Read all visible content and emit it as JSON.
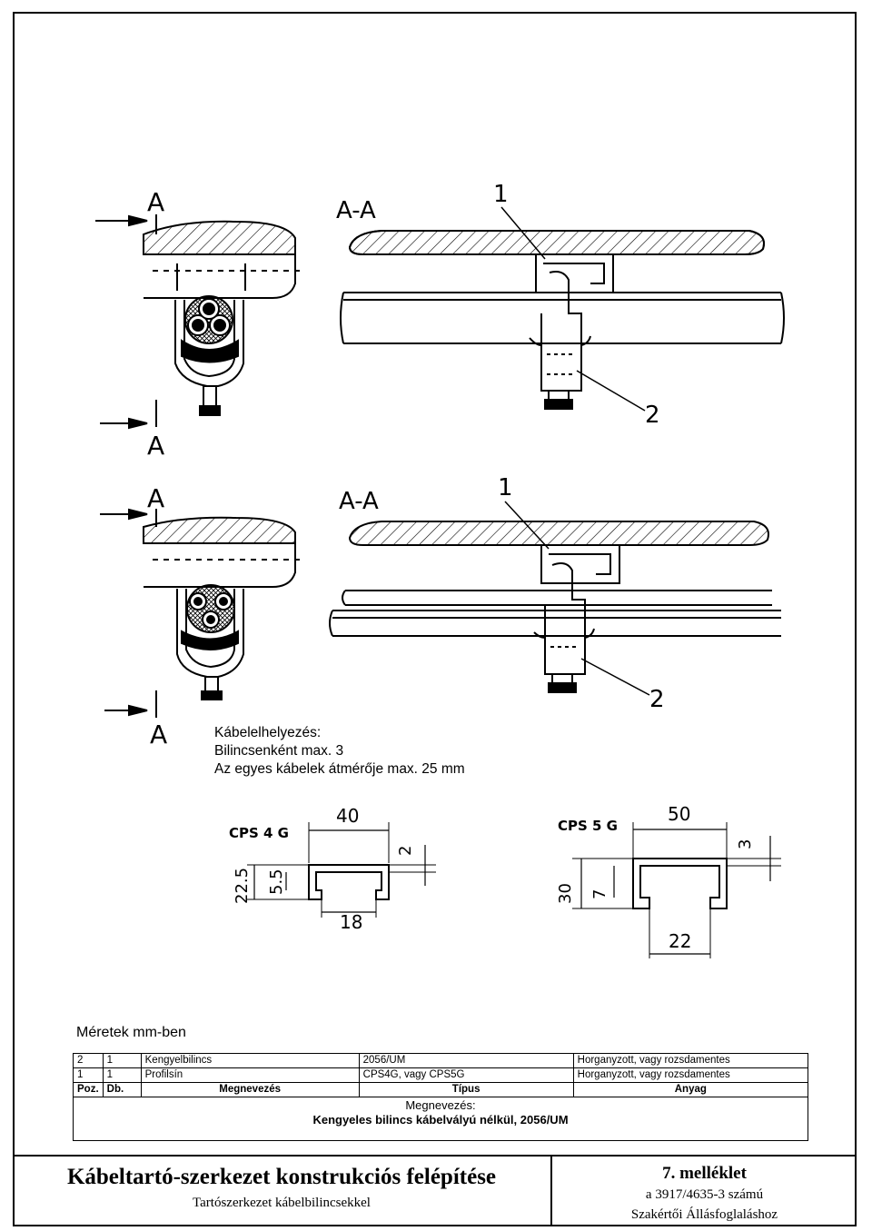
{
  "drawing": {
    "section_marker": "A",
    "section_title": "A-A",
    "callout_1": "1",
    "callout_2": "2",
    "profile_cps4g": {
      "name": "CPS 4 G",
      "width": "40",
      "lip": "2",
      "height": "22.5",
      "inner": "5.5",
      "opening": "18"
    },
    "profile_cps5g": {
      "name": "CPS 5 G",
      "width": "50",
      "lip": "3",
      "height": "30",
      "inner": "7",
      "opening": "22"
    }
  },
  "notes": {
    "line1": "Kábelelhelyezés:",
    "line2": "Bilincsenként max. 3",
    "line3": "Az egyes kábelek átmérője max. 25 mm"
  },
  "dimensions_note": "Méretek mm-ben",
  "parts_table": {
    "rows": [
      {
        "poz": "2",
        "db": "1",
        "name": "Kengyelbilincs",
        "type": "2056/UM",
        "material": "Horganyzott, vagy rozsdamentes"
      },
      {
        "poz": "1",
        "db": "1",
        "name": "Profilsín",
        "type": "CPS4G, vagy CPS5G",
        "material": "Horganyzott, vagy rozsdamentes"
      }
    ],
    "header": {
      "poz": "Poz.",
      "db": "Db.",
      "name": "Megnevezés",
      "type": "Típus",
      "material": "Anyag"
    },
    "title_label": "Megnevezés:",
    "title_value": "Kengyeles bilincs kábelvályú nélkül, 2056/UM"
  },
  "title_block": {
    "main_title": "Kábeltartó-szerkezet konstrukciós felépítése",
    "subtitle": "Tartószerkezet kábelbilincsekkel",
    "appendix": "7. melléklet",
    "reference": "a 3917/4635-3 számú",
    "opinion": "Szakértői Állásfoglaláshoz"
  }
}
